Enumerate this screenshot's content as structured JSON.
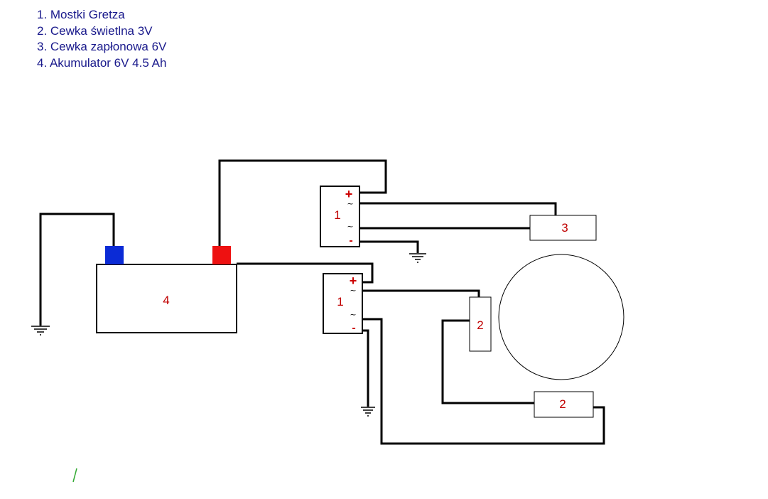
{
  "legend": [
    "1. Mostki Gretza",
    "2. Cewka świetlna 3V",
    "3. Cewka zapłonowa 6V",
    "4. Akumulator 6V 4.5 Ah"
  ],
  "labels": {
    "bridge_top": "1",
    "bridge_bottom": "1",
    "ignition_coil": "3",
    "light_coil_vertical": "2",
    "light_coil_horizontal": "2",
    "battery": "4"
  },
  "symbols": {
    "plus": "+",
    "minus": "-",
    "ac": "~"
  },
  "colors": {
    "legend_text": "#1a1a8c",
    "label_text": "#c00000",
    "battery_negative_terminal": "#0b2bd6",
    "battery_positive_terminal": "#ee1111",
    "wire": "#000000"
  }
}
